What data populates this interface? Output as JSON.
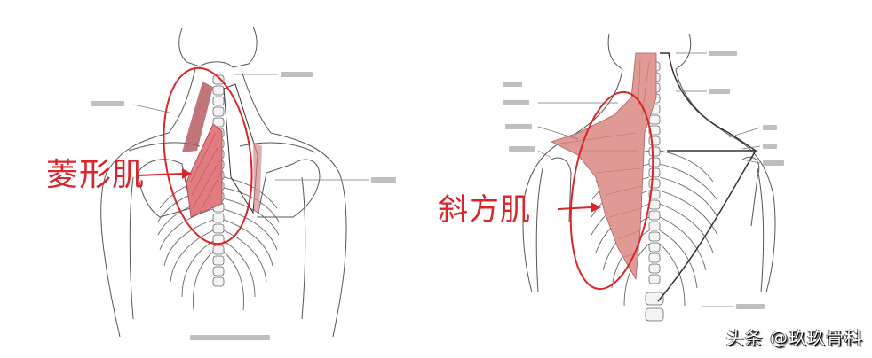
{
  "figure": {
    "panels": [
      {
        "id": "left",
        "muscle_label": "菱形肌",
        "highlight_color": "#d8262b",
        "muscle_color": "#e07c80",
        "small_labels_count": 3,
        "caption_visible": true
      },
      {
        "id": "right",
        "muscle_label": "斜方肌",
        "highlight_color": "#d8262b",
        "muscle_color": "#e09a95",
        "small_labels_count": 10
      }
    ],
    "watermark": "头条 @玖玖骨科"
  },
  "colors": {
    "annotation_red": "#d8262b",
    "line_art": "#555555",
    "label_gray": "#a9a9a9",
    "background": "#ffffff"
  }
}
